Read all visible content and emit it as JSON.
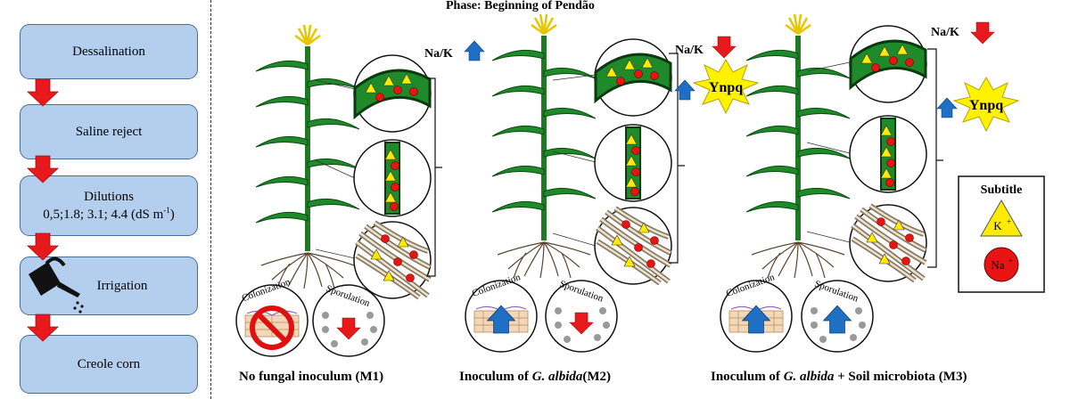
{
  "flow": {
    "step1": "Dessalination",
    "step2": "Saline reject",
    "step3_line1": "Dilutions",
    "step3_line2": "0,5;1.8; 3.1; 4.4 (dS m",
    "step3_sup": "-1",
    "step3_end": ")",
    "step4": "Irrigation",
    "step5": "Creole corn"
  },
  "phase_title": "Phase: Beginning of Pendão",
  "treatments": {
    "m1": {
      "name": "No fungal inoculum (M1)",
      "ratio": "Na/K"
    },
    "m2": {
      "prefix": "Inoculum of ",
      "species": "G. albida",
      "suffix": "(M2)",
      "ratio": "Na/K",
      "badge": "Ynpq"
    },
    "m3": {
      "prefix": "Inoculum of ",
      "species": "G. albida",
      "suffix": " + Soil microbiota (M3)",
      "ratio": "Na/K",
      "badge": "Ynpq"
    }
  },
  "inset": {
    "colonization": "Colonization",
    "sporulation": "Sporulation"
  },
  "legend": {
    "title": "Subtitle",
    "k": "K",
    "k_sup": "+",
    "na": "Na",
    "na_sup": "+"
  },
  "colors": {
    "box_fill": "#b4cfee",
    "down_arrow": "#e8191d",
    "up_arrow": "#1f6fc4",
    "leaf": "#1f8a2a",
    "badge": "#fff200",
    "k_ion": "#ffeb00",
    "na_ion": "#e81414"
  }
}
